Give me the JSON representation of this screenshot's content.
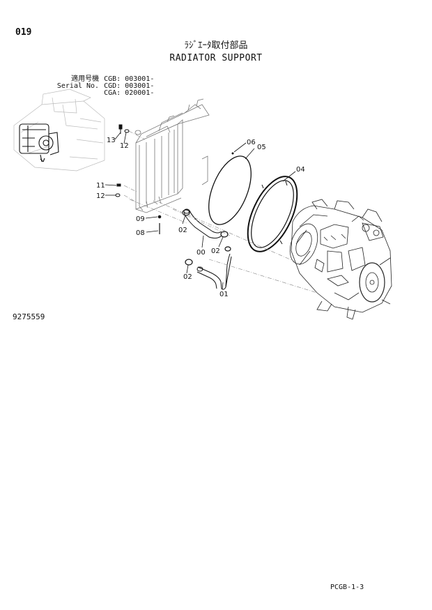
{
  "header": {
    "page_number": "019",
    "title_jp": "ﾗｼﾞｴｰﾀ取付部品",
    "title_en": "RADIATOR SUPPORT"
  },
  "serial_block": {
    "rows": [
      {
        "label": "適用号機",
        "code": "CGB:",
        "number": "003001-"
      },
      {
        "label": "Serial No.",
        "code": "CGD:",
        "number": "003001-"
      },
      {
        "label": "",
        "code": "CGA:",
        "number": "020001-"
      }
    ]
  },
  "callouts": {
    "c13": "13",
    "c12a": "12",
    "c11": "11",
    "c12b": "12",
    "c09": "09",
    "c08": "08",
    "c06": "06",
    "c05": "05",
    "c04": "04",
    "c02a": "02",
    "c00": "00",
    "c02b": "02",
    "c02c": "02",
    "c01": "01"
  },
  "footer": {
    "drawing_number": "9275559",
    "sheet_code": "PCGB-1-3"
  }
}
